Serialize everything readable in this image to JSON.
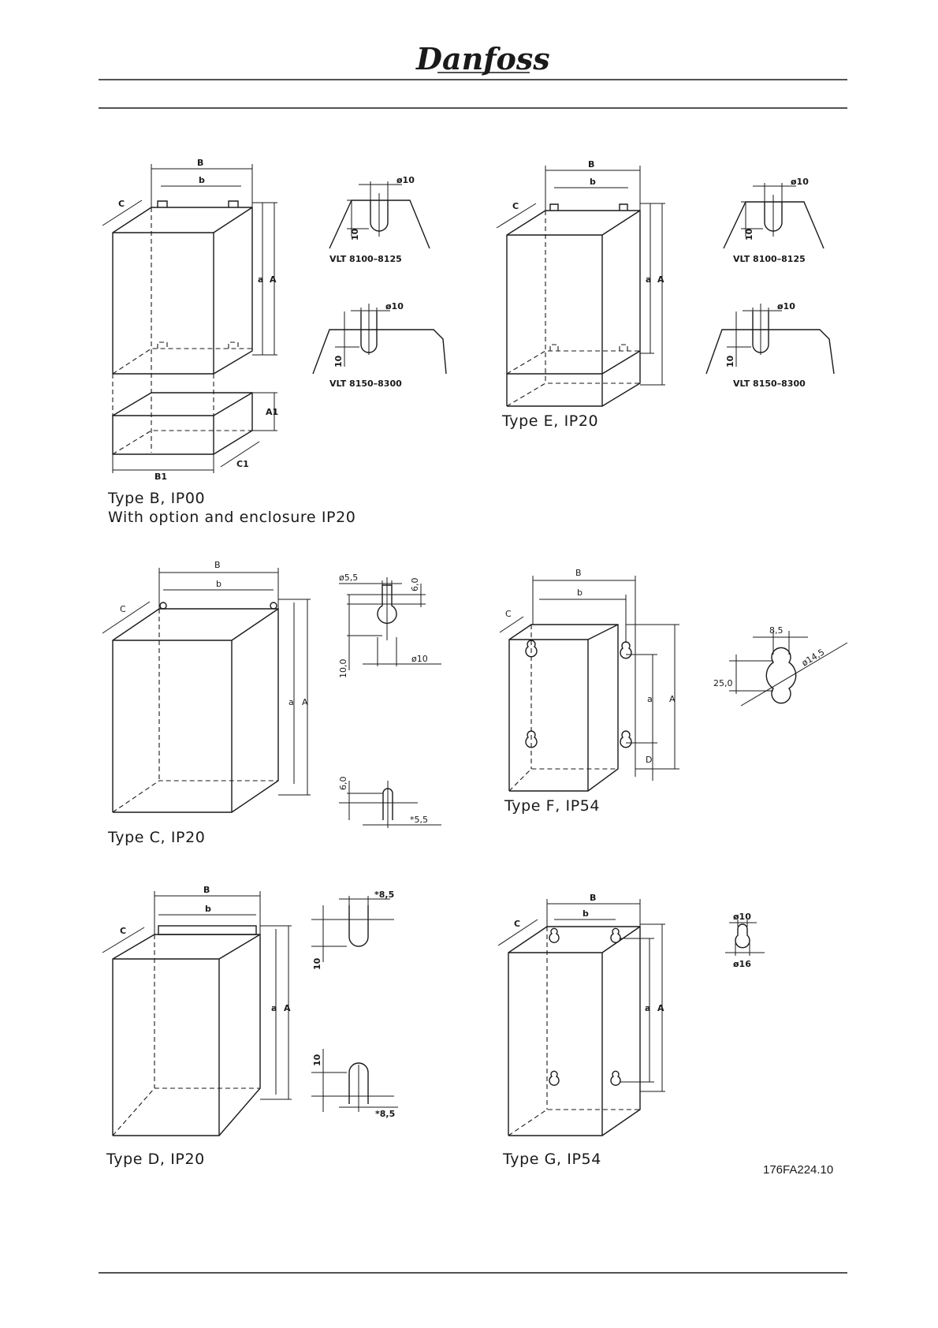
{
  "header": {
    "logo_text": "Danfoss"
  },
  "figures": {
    "type_b": {
      "caption_line1": "Type B, IP00",
      "caption_line2": "With option and enclosure IP20",
      "dims": {
        "B": "B",
        "b": "b",
        "C": "C",
        "a": "a",
        "A": "A",
        "A1": "A1",
        "B1": "B1",
        "C1": "C1"
      }
    },
    "type_e": {
      "caption": "Type E, IP20",
      "dims": {
        "B": "B",
        "b": "b",
        "C": "C",
        "a": "a",
        "A": "A"
      }
    },
    "type_c": {
      "caption": "Type C, IP20",
      "dims": {
        "B": "B",
        "b": "b",
        "C": "C",
        "a": "a",
        "A": "A"
      }
    },
    "type_f": {
      "caption": "Type F, IP54",
      "dims": {
        "B": "B",
        "b": "b",
        "C": "C",
        "a": "a",
        "A": "A",
        "D": "D"
      }
    },
    "type_d": {
      "caption": "Type D, IP20",
      "dims": {
        "B": "B",
        "b": "b",
        "C": "C",
        "a": "a",
        "A": "A"
      }
    },
    "type_g": {
      "caption": "Type G, IP54",
      "dims": {
        "B": "B",
        "b": "b",
        "C": "C",
        "a": "a",
        "A": "A"
      }
    }
  },
  "details": {
    "slot_8100": {
      "dia": "ø10",
      "depth": "10",
      "label": "VLT 8100–8125"
    },
    "slot_8150": {
      "dia": "ø10",
      "depth": "10",
      "label": "VLT 8150–8300"
    },
    "slot_8100_e": {
      "dia": "ø10",
      "depth": "10",
      "label": "VLT 8100–8125"
    },
    "slot_8150_e": {
      "dia": "ø10",
      "depth": "10",
      "label": "VLT 8150–8300"
    },
    "keyhole_c": {
      "slot_dia": "ø5,5",
      "top": "6,0",
      "height": "10,0",
      "hole_dia": "ø10",
      "bottom_top": "6,0",
      "bottom_slot": "*5,5"
    },
    "keyhole_f": {
      "width": "8,5",
      "dia": "ø14,5",
      "height": "25,0"
    },
    "slot_d": {
      "top_dia": "*8,5",
      "top_depth": "10",
      "bottom_depth": "10",
      "bottom_dia": "*8,5"
    },
    "keyhole_g": {
      "dia_small": "ø10",
      "dia_large": "ø16"
    }
  },
  "reference": "176FA224.10"
}
